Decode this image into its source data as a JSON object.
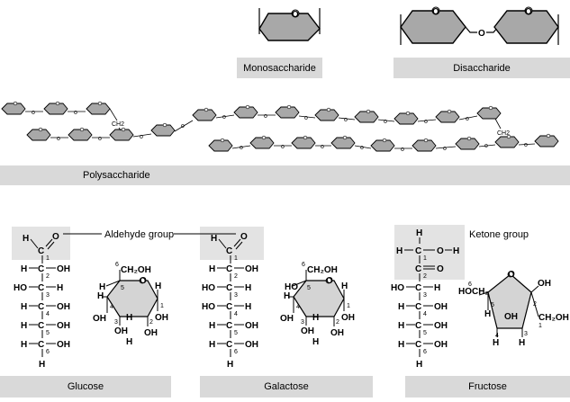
{
  "labels": {
    "monosaccharide": "Monosaccharide",
    "disaccharide": "Disaccharide",
    "polysaccharide": "Polysaccharide",
    "glucose": "Glucose",
    "galactose": "Galactose",
    "fructose": "Fructose",
    "aldehyde_group": "Aldehyde group",
    "ketone_group": "Ketone group"
  },
  "ring_atoms": {
    "oxygen": "O",
    "branch": "CH2",
    "linkage": "O"
  },
  "colors": {
    "ring_fill": "#a8a8a8",
    "band": "#d9d9d9",
    "highlight": "#e3e3e3",
    "structure_ring": "#d4d4d4"
  }
}
